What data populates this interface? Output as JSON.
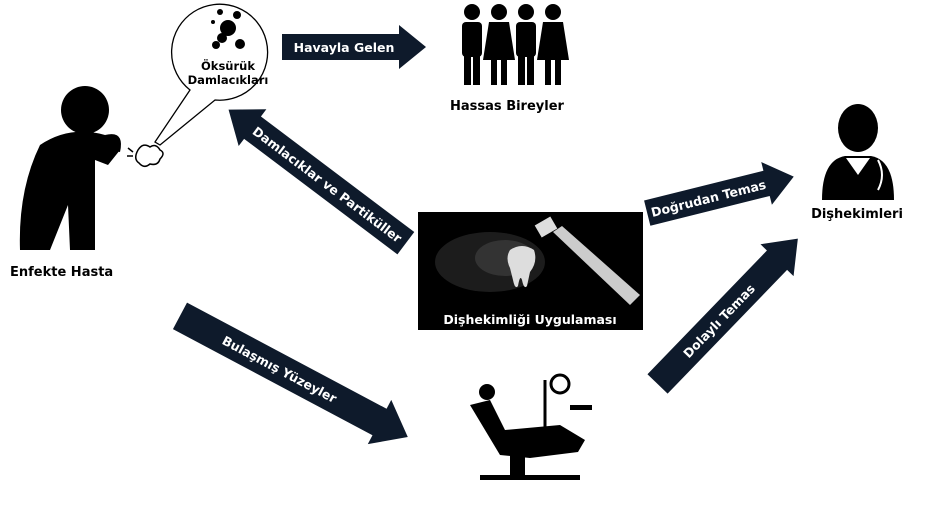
{
  "nodes": {
    "infected_patient": "Enfekte Hasta",
    "cough_droplets_line1": "Öksürük",
    "cough_droplets_line2": "Damlacıkları",
    "sensitive_individuals": "Hassas Bireyler",
    "dentists": "Dişhekimleri",
    "dental_practice": "Dişhekimliği Uygulaması"
  },
  "arrows": {
    "airborne": "Havayla Gelen",
    "droplets_particles": "Damlacıklar ve Partiküller",
    "direct_contact": "Doğrudan Temas",
    "indirect_contact": "Dolaylı Temas",
    "contaminated_surfaces": "Bulaşmış Yüzeyler"
  },
  "colors": {
    "arrow": "#0e1a2b",
    "icon": "#000000"
  }
}
